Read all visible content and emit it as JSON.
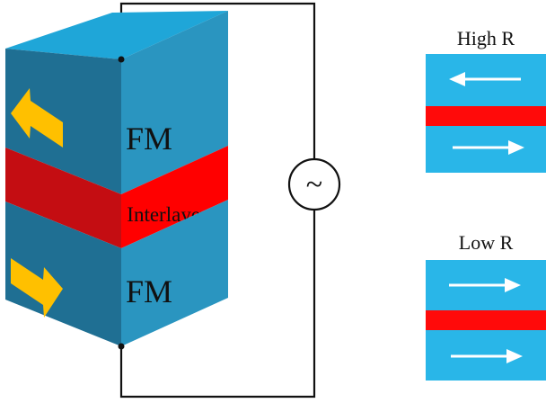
{
  "device": {
    "top_layer_label": "FM",
    "interlayer_label": "Interlayer",
    "bottom_layer_label": "FM",
    "top_magnetization": "left",
    "bottom_magnetization": "right"
  },
  "circuit": {
    "source_symbol": "~",
    "source_icon": "ac-source-icon"
  },
  "states": [
    {
      "label": "High R",
      "top_arrow": "left",
      "bottom_arrow": "right"
    },
    {
      "label": "Low R",
      "top_arrow": "right",
      "bottom_arrow": "right"
    }
  ],
  "colors": {
    "fm_front": "#2a95c0",
    "fm_top": "#1fa6d8",
    "fm_side": "#1f6f93",
    "interlayer_front": "#ff0000",
    "interlayer_side": "#c40d12",
    "magnetization_arrow": "#ffc000",
    "state_fm": "#29b6e8",
    "state_interlayer": "#ff0a0a",
    "wire": "#111111"
  }
}
